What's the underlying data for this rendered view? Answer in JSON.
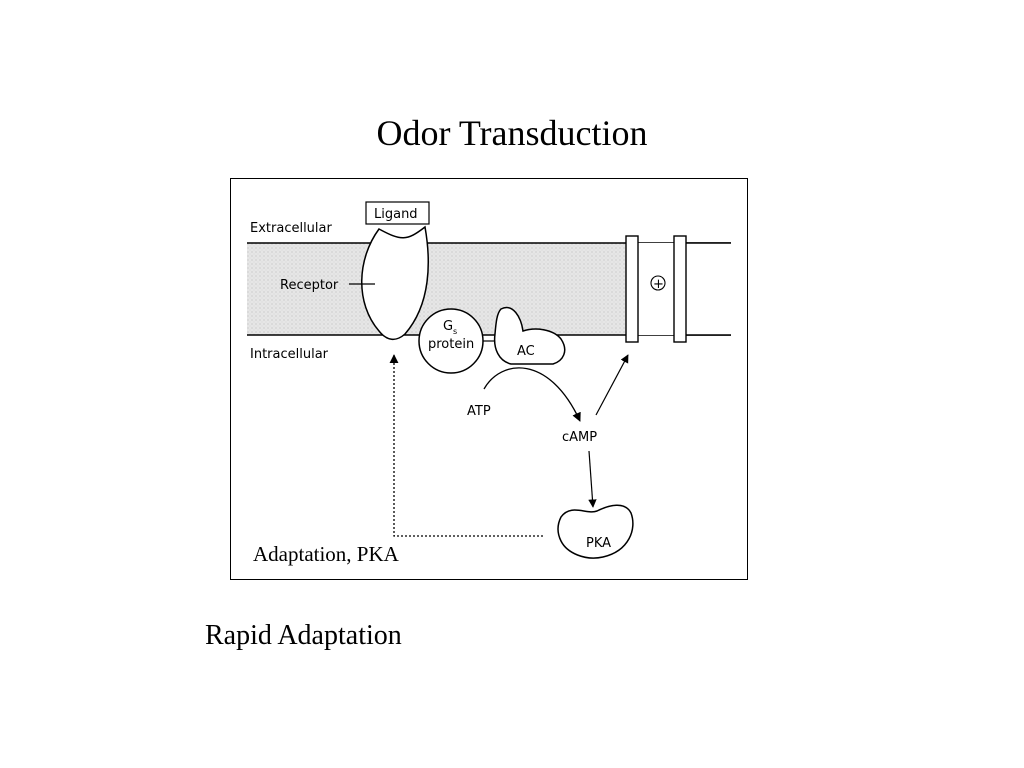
{
  "slide": {
    "title": "Odor Transduction",
    "subtitle": "Rapid Adaptation"
  },
  "diagram": {
    "labels": {
      "extracellular": "Extracellular",
      "intracellular": "Intracellular",
      "ligand": "Ligand",
      "receptor": "Receptor",
      "gs_g": "G",
      "gs_sub": "s",
      "gs_protein": "protein",
      "ac": "AC",
      "atp": "ATP",
      "camp": "cAMP",
      "pka": "PKA",
      "channel_sign": "+",
      "adaptation": "Adaptation, PKA"
    },
    "colors": {
      "membrane_fill": "#e4e4e4",
      "stroke": "#000000"
    }
  }
}
